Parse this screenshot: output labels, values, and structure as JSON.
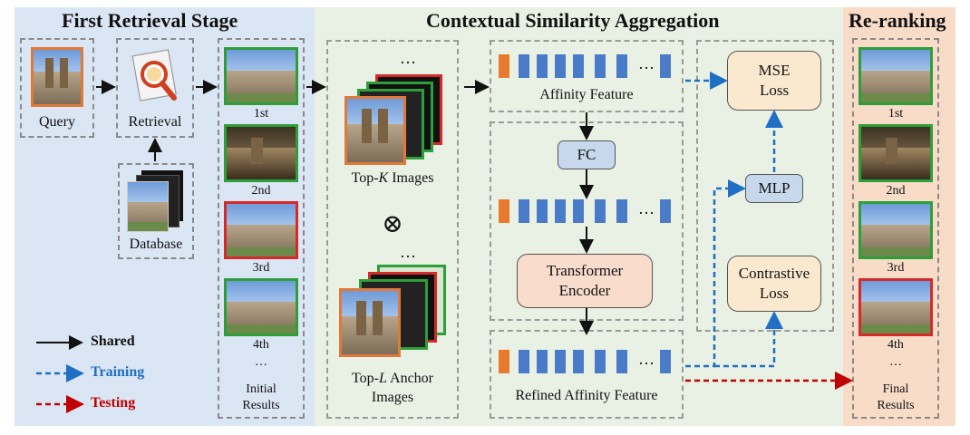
{
  "sections": {
    "first": "First Retrieval Stage",
    "middle": "Contextual Similarity Aggregation",
    "rerank": "Re-ranking"
  },
  "query_label": "Query",
  "retrieval_label": "Retrieval",
  "database_label": "Database",
  "initial": {
    "ranks": [
      "1st",
      "2nd",
      "3rd",
      "4th"
    ],
    "ellipsis": "…",
    "caption_line1": "Initial",
    "caption_line2": "Results"
  },
  "final": {
    "ranks": [
      "1st",
      "2nd",
      "3rd",
      "4th"
    ],
    "ellipsis": "…",
    "caption_line1": "Final",
    "caption_line2": "Results"
  },
  "topk": {
    "ellipsis": "…",
    "label_pre": "Top-",
    "label_var": "K",
    "label_post": " Images"
  },
  "otimes": "⊗",
  "topl": {
    "ellipsis": "…",
    "label_pre": "Top-",
    "label_var": "L",
    "label_post": " Anchor",
    "label_line2": "Images"
  },
  "feature_ellipsis": "…",
  "affinity_feature": "Affinity Feature",
  "fc": "FC",
  "transformer_line1": "Transformer",
  "transformer_line2": "Encoder",
  "refined_feature": "Refined Affinity Feature",
  "mse_line1": "MSE",
  "mse_line2": "Loss",
  "mlp": "MLP",
  "contrastive_line1": "Contrastive",
  "contrastive_line2": "Loss",
  "legend": {
    "shared": "Shared",
    "training": "Training",
    "testing": "Testing"
  },
  "colors": {
    "first_bg": "#dbe6f4",
    "middle_bg": "#e9f1e4",
    "rerank_bg": "#f8dcc8",
    "training": "#1f6fc5",
    "testing": "#c00000",
    "feature_blue": "#4a7bc8",
    "feature_orange": "#e87a2e",
    "fc_fill": "#c8d8ec",
    "pill_fill": "#fbe9cf",
    "transformer_fill": "#f9dccb",
    "green_border": "#2e9e3a",
    "red_border": "#d62a2a",
    "orange_border": "#e07a3a"
  }
}
